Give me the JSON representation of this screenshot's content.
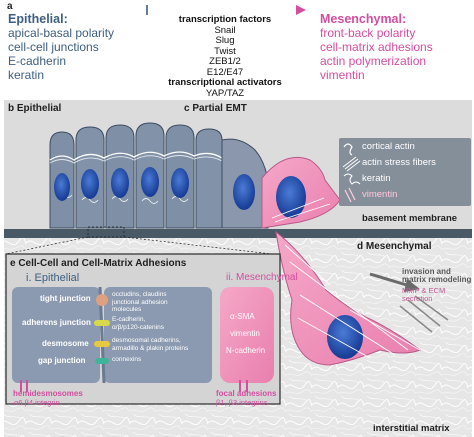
{
  "panel_a": {
    "letter": "a",
    "epithelial": {
      "title": "Epithelial:",
      "items": [
        "apical-basal polarity",
        "cell-cell junctions",
        "E-cadherin",
        "keratin"
      ]
    },
    "mesenchymal": {
      "title": "Mesenchymal:",
      "items": [
        "front-back polarity",
        "cell-matrix adhesions",
        "actin polymerization",
        "vimentin"
      ]
    },
    "tf_header": "transcription factors",
    "tf_items": [
      "Snail",
      "Slug",
      "Twist",
      "ZEB1/2",
      "E12/E47"
    ],
    "ta_header": "transcriptional activators",
    "ta_items": [
      "YAP/TAZ"
    ]
  },
  "panel_b": {
    "label": "b Epithelial"
  },
  "panel_c": {
    "label": "c Partial EMT"
  },
  "panel_d": {
    "label": "d Mesenchymal"
  },
  "legend": {
    "items": [
      {
        "label": "cortical actin",
        "icon": "cortical-actin-icon",
        "color": "#ffffff"
      },
      {
        "label": "actin stress fibers",
        "icon": "stress-fibers-icon",
        "color": "#ffffff"
      },
      {
        "label": "keratin",
        "icon": "keratin-icon",
        "color": "#ffffff"
      },
      {
        "label": "vimentin",
        "icon": "vimentin-icon",
        "color": "#ffc8dc"
      }
    ]
  },
  "basement_membrane": "basement membrane",
  "invasion": {
    "title": "invasion and\nmatrix remodeling",
    "sub": "MMP & ECM\nsecretion"
  },
  "interstitial_matrix": "interstitial matrix",
  "panel_e": {
    "title": "e Cell-Cell and Cell-Matrix Adhesions",
    "epithelial_header": "i. Epithelial",
    "mesenchymal_header": "ii. Mesenchymal",
    "junctions": [
      {
        "name": "tight junction",
        "desc": "occludins, claudins\njunctional adhesion\nmolecules",
        "color": "#e0a080"
      },
      {
        "name": "adherens junction",
        "desc": "E-cadherin,\nα/β/p120-catenins",
        "color": "#d8d84a"
      },
      {
        "name": "desmosome",
        "desc": "desmosomal cadherins,\narmadillo & plakin proteins",
        "color": "#e8c840"
      },
      {
        "name": "gap junction",
        "desc": "connexins",
        "color": "#3fb49a"
      }
    ],
    "mesenchymal_items": [
      "α-SMA",
      "vimentin",
      "N-cadherin"
    ],
    "hemidesmosomes": {
      "name": "hemidesmosomes",
      "desc": "α6 β4 integrin"
    },
    "focal_adhesions": {
      "name": "focal adhesions",
      "desc": "β1, β3 integrins"
    }
  },
  "colors": {
    "epithelial_blue": "#3e5f81",
    "mesenchymal_pink": "#d34e9f",
    "cell_fill": "#7f8fa6",
    "nucleus": "#1f4aa8",
    "tissue_bg": "#dadada",
    "membrane": "#495a66"
  }
}
